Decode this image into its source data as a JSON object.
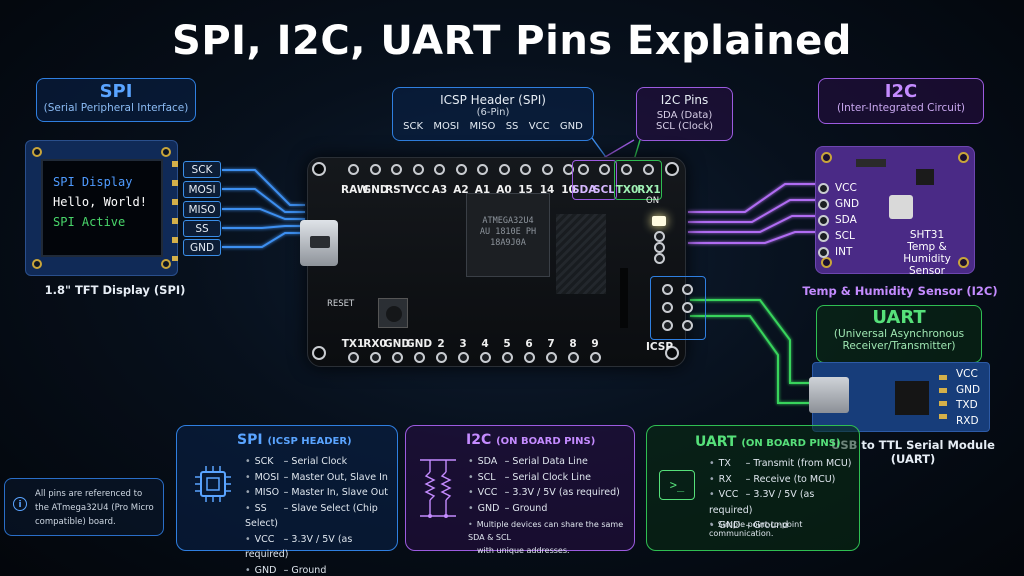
{
  "title": "SPI, I2C, UART Pins Explained",
  "colors": {
    "spi": "#2f7fe0",
    "i2c": "#9c5be0",
    "uart": "#2fbe52",
    "background": "#05080f",
    "board": "#111417"
  },
  "spi_label": {
    "title": "SPI",
    "subtitle": "(Serial Peripheral Interface)"
  },
  "tft": {
    "lines": [
      "SPI Display",
      "Hello, World!",
      "SPI Active"
    ],
    "caption": "1.8\" TFT Display (SPI)",
    "pins": [
      "SCK",
      "MOSI",
      "MISO",
      "SS",
      "GND"
    ]
  },
  "icsp_label": {
    "title": "ICSP Header (SPI)",
    "subtitle": "(6-Pin)",
    "pins": [
      "SCK",
      "MOSI",
      "MISO",
      "SS",
      "VCC",
      "GND"
    ]
  },
  "i2c_pins_label": {
    "title": "I2C Pins",
    "sda": "SDA  (Data)",
    "scl": "SCL  (Clock)"
  },
  "i2c_label": {
    "title": "I2C",
    "subtitle": "(Inter-Integrated Circuit)"
  },
  "sensor": {
    "pins": [
      "VCC",
      "GND",
      "SDA",
      "SCL",
      "INT"
    ],
    "name": "SHT31",
    "desc1": "Temp & Humidity",
    "desc2": "Sensor",
    "caption": "Temp & Humidity Sensor (I2C)"
  },
  "uart_label": {
    "title": "UART",
    "subtitle1": "(Universal Asynchronous",
    "subtitle2": "Receiver/Transmitter)"
  },
  "usb_serial": {
    "pins": [
      "VCC",
      "GND",
      "TXD",
      "RXD"
    ],
    "caption": "USB to TTL Serial Module (UART)"
  },
  "board": {
    "top_pins": [
      "RAW",
      "GND",
      "RST",
      "VCC",
      "A3",
      "A2",
      "A1",
      "A0",
      "15",
      "14",
      "10"
    ],
    "i2c_pins": [
      "SDA",
      "SCL"
    ],
    "uart_pins": [
      "TX0",
      "RX1"
    ],
    "bottom_pins": [
      "TX1",
      "RX0",
      "GND",
      "GND",
      "2",
      "3",
      "4",
      "5",
      "6",
      "7",
      "8",
      "9"
    ],
    "chip_lines": [
      "ATMEGA32U4",
      "AU 1810E PH",
      "18A9J0A"
    ],
    "reset": "RESET",
    "on": "ON",
    "icsp": "ICSP"
  },
  "spi_panel": {
    "title": "SPI",
    "title_small": "(ICSP HEADER)",
    "items": [
      {
        "k": "SCK",
        "v": "– Serial Clock"
      },
      {
        "k": "MOSI",
        "v": "– Master Out, Slave In"
      },
      {
        "k": "MISO",
        "v": "– Master In, Slave Out"
      },
      {
        "k": "SS",
        "v": "– Slave Select (Chip Select)"
      },
      {
        "k": "VCC",
        "v": "– 3.3V / 5V (as required)"
      },
      {
        "k": "GND",
        "v": "– Ground"
      }
    ]
  },
  "i2c_panel": {
    "title": "I2C",
    "title_small": "(ON BOARD PINS)",
    "items": [
      {
        "k": "SDA",
        "v": "– Serial Data Line"
      },
      {
        "k": "SCL",
        "v": "– Serial Clock Line"
      },
      {
        "k": "VCC",
        "v": "– 3.3V / 5V (as required)"
      },
      {
        "k": "GND",
        "v": "– Ground"
      }
    ],
    "note1": "Multiple devices can share the same SDA & SCL",
    "note2": "with unique addresses."
  },
  "uart_panel": {
    "title": "UART",
    "title_small": "(ON BOARD PINS)",
    "items": [
      {
        "k": "TX",
        "v": "– Transmit (from MCU)"
      },
      {
        "k": "RX",
        "v": "– Receive (to MCU)"
      },
      {
        "k": "VCC",
        "v": "– 3.3V / 5V (as required)"
      },
      {
        "k": "GND",
        "v": "– Ground"
      }
    ],
    "note": "Simple point-to-point communication."
  },
  "info_note": {
    "line1": "All pins are referenced to",
    "line2": "the ATmega32U4 (Pro Micro",
    "line3": "compatible) board."
  }
}
